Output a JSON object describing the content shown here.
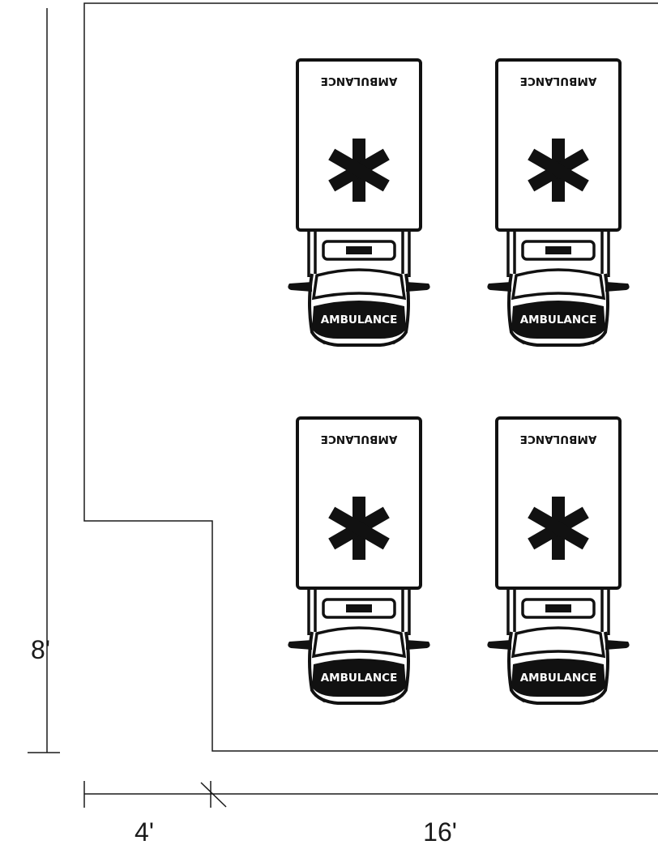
{
  "dimensions": {
    "vertical_label": "8'",
    "horizontal_left_label": "4'",
    "horizontal_right_label": "16'"
  },
  "vehicles": [
    {
      "name": "ambulance-top-left",
      "front_text": "AMBULANCE",
      "back_text": "AMBULANCE"
    },
    {
      "name": "ambulance-top-right",
      "front_text": "AMBULANCE",
      "back_text": "AMBULANCE"
    },
    {
      "name": "ambulance-bottom-left",
      "front_text": "AMBULANCE",
      "back_text": "AMBULANCE"
    },
    {
      "name": "ambulance-bottom-right",
      "front_text": "AMBULANCE",
      "back_text": "AMBULANCE"
    }
  ],
  "colors": {
    "line": "#1a1a1a",
    "vehicle": "#111111",
    "background": "#ffffff"
  }
}
